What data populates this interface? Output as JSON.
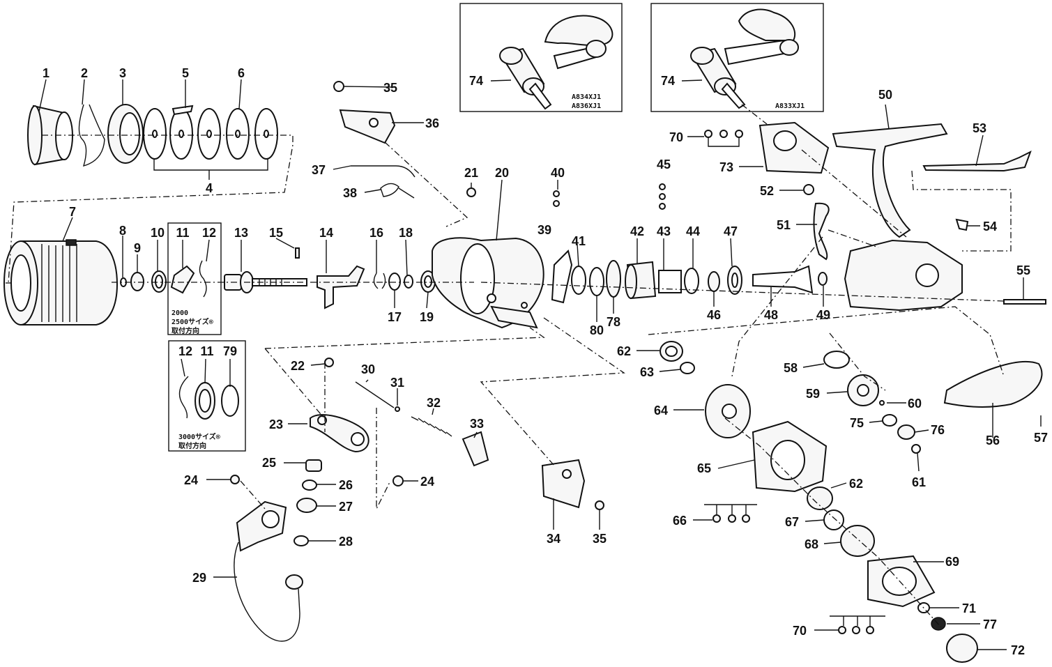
{
  "parts": {
    "p1": "1",
    "p2": "2",
    "p3": "3",
    "p4": "4",
    "p5": "5",
    "p6": "6",
    "p7": "7",
    "p8": "8",
    "p9": "9",
    "p10": "10",
    "p11": "11",
    "p12": "12",
    "p13": "13",
    "p14": "14",
    "p15": "15",
    "p16": "16",
    "p17": "17",
    "p18": "18",
    "p19": "19",
    "p20": "20",
    "p21": "21",
    "p22": "22",
    "p23": "23",
    "p24": "24",
    "p25": "25",
    "p26": "26",
    "p27": "27",
    "p28": "28",
    "p29": "29",
    "p30": "30",
    "p31": "31",
    "p32": "32",
    "p33": "33",
    "p34": "34",
    "p35": "35",
    "p36": "36",
    "p37": "37",
    "p38": "38",
    "p39": "39",
    "p40": "40",
    "p41": "41",
    "p42": "42",
    "p43": "43",
    "p44": "44",
    "p45": "45",
    "p46": "46",
    "p47": "47",
    "p48": "48",
    "p49": "49",
    "p50": "50",
    "p51": "51",
    "p52": "52",
    "p53": "53",
    "p54": "54",
    "p55": "55",
    "p56": "56",
    "p57": "57",
    "p58": "58",
    "p59": "59",
    "p60": "60",
    "p61": "61",
    "p62": "62",
    "p63": "63",
    "p64": "64",
    "p65": "65",
    "p66": "66",
    "p67": "67",
    "p68": "68",
    "p69": "69",
    "p70": "70",
    "p71": "71",
    "p72": "72",
    "p73": "73",
    "p74": "74",
    "p75": "75",
    "p76": "76",
    "p77": "77",
    "p78": "78",
    "p79": "79",
    "p80": "80"
  },
  "notes": {
    "model_a1": "A834XJ1",
    "model_a2": "A836XJ1",
    "model_b": "A833XJ1",
    "size_2000": "2000",
    "size_2500": "2500サイズ®",
    "mount_dir_1": "取付方向",
    "size_3000": "3000サイズ®",
    "mount_dir_2": "取付方向"
  },
  "colors": {
    "ink": "#111111",
    "paper": "#ffffff"
  }
}
